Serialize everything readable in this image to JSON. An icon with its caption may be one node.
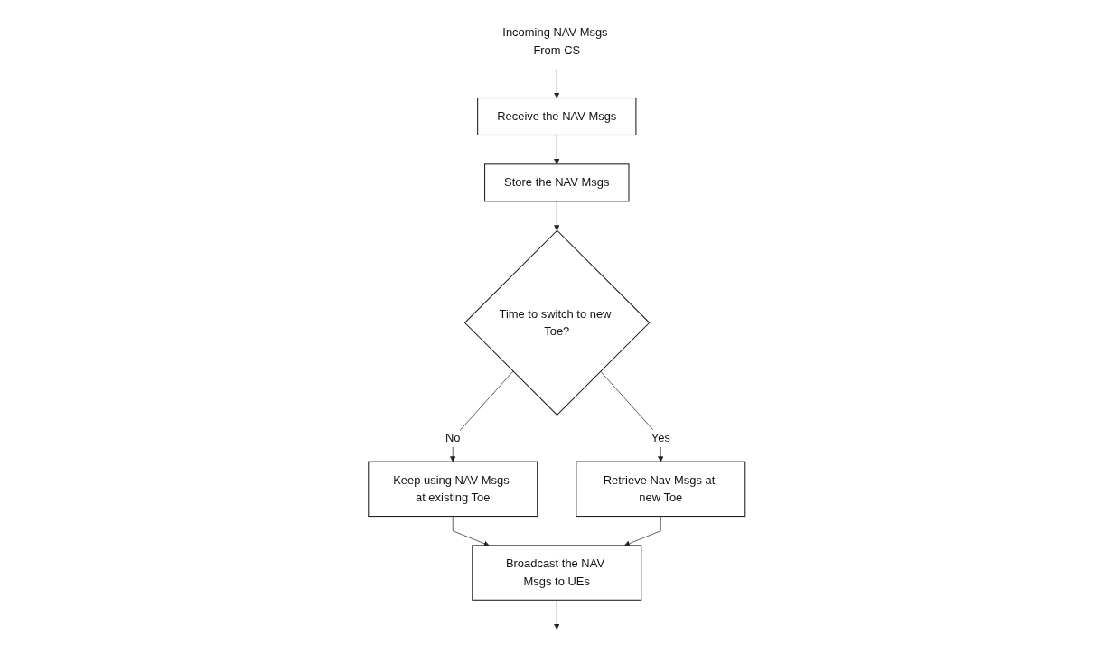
{
  "diagram": {
    "nodes": [
      {
        "text": [
          "Incoming NAV Msgs From CS"
        ]
      },
      {
        "text": [
          "Receive the NAV Msgs"
        ]
      },
      {
        "text": [
          "Store the NAV Msgs"
        ]
      },
      {
        "text": [
          "Time to switch to new Toe?"
        ]
      },
      {
        "text": [
          "Retrieve Nav Msgs at new Toe"
        ]
      },
      {
        "text": [
          "Keep using NAV Msgs at existing Toe"
        ]
      },
      {
        "text": [
          "Broadcast the NAV Msgs to UEs"
        ]
      }
    ],
    "edges": [
      {
        "from": 0,
        "to": 1,
        "arrow": "to"
      },
      {
        "from": 1,
        "to": 2,
        "arrow": "to"
      },
      {
        "from": 2,
        "to": 3,
        "arrow": "to"
      },
      {
        "from": 3,
        "to": 4,
        "arrow": "to",
        "label": "Yes"
      },
      {
        "from": 3,
        "to": 5,
        "arrow": "to",
        "label": "No"
      },
      {
        "from": 5,
        "to": 6,
        "arrow": "to"
      },
      {
        "from": 4,
        "to": 6,
        "arrow": "to"
      },
      {
        "from": 6,
        "to": null,
        "arrow": "to"
      }
    ]
  }
}
